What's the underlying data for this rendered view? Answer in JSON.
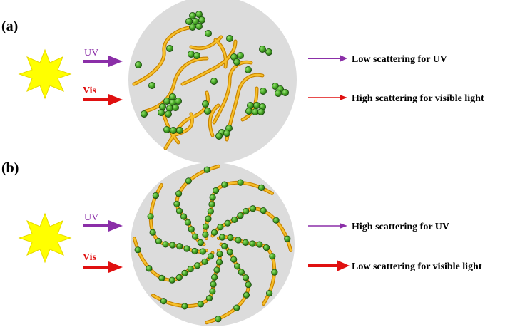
{
  "colors": {
    "sun": "#ffff00",
    "sun_stroke": "#e6d800",
    "circle_fill": "#dcdcdc",
    "fiber": "#f4a800",
    "fiber_dark": "#c88400",
    "particle": "#4caf2a",
    "particle_edge": "#1d4d10",
    "uv_arrow": "#8b2fa8",
    "vis_arrow": "#e01010"
  },
  "panels": [
    {
      "id": "a",
      "label": "(a)",
      "uv_label": "UV",
      "vis_label": "Vis",
      "uv_result": "Low scattering for UV",
      "vis_result": "High scattering for visible light",
      "particle_arrangement": "aggregated clusters"
    },
    {
      "id": "b",
      "label": "(b)",
      "uv_label": "UV",
      "vis_label": "Vis",
      "uv_result": "High scattering for UV",
      "vis_result": "Low scattering for visible light",
      "particle_arrangement": "dispersed along fibers"
    }
  ]
}
